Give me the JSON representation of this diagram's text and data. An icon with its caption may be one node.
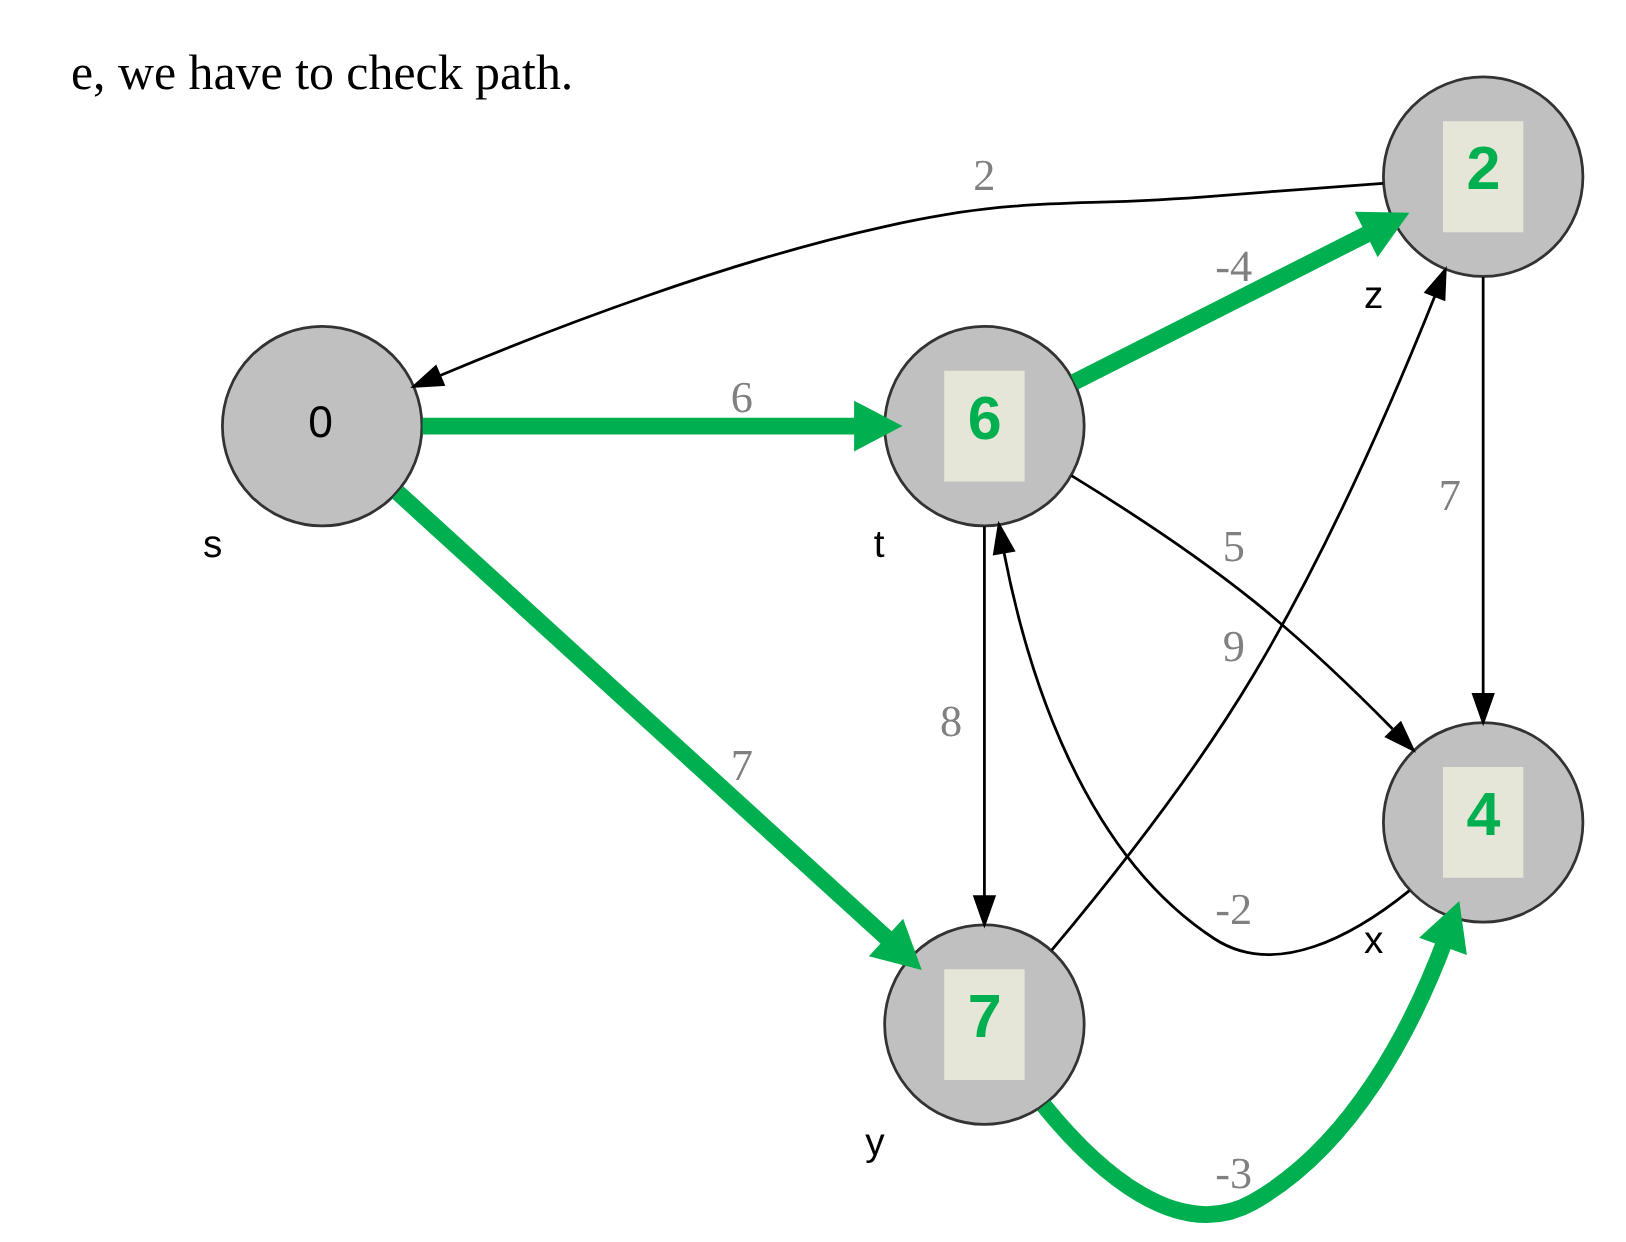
{
  "diagram": {
    "nodes": [
      {
        "text": [
          "0"
        ],
        "beside": [
          "s"
        ]
      },
      {
        "text": [
          "6"
        ],
        "beside": [
          "t"
        ]
      },
      {
        "text": [
          "4"
        ],
        "beside": [
          "x"
        ]
      },
      {
        "text": [
          "7"
        ],
        "beside": [
          "y"
        ]
      },
      {
        "text": [
          "2"
        ],
        "beside": [
          "z"
        ]
      }
    ],
    "edges": [
      {
        "from": 0,
        "to": 1,
        "arrow": "to",
        "label": "6",
        "style": "thick",
        "color": "#00b050"
      },
      {
        "from": 0,
        "to": 3,
        "arrow": "to",
        "label": "7",
        "style": "thick",
        "color": "#00b050"
      },
      {
        "from": 1,
        "to": 2,
        "arrow": "to",
        "label": "5"
      },
      {
        "from": 2,
        "to": 1,
        "arrow": "to",
        "label": "-2"
      },
      {
        "from": 1,
        "to": 3,
        "arrow": "to",
        "label": "8"
      },
      {
        "from": 1,
        "to": 4,
        "arrow": "to",
        "label": "-4",
        "style": "thick",
        "color": "#00b050"
      },
      {
        "from": 3,
        "to": 2,
        "arrow": "to",
        "label": "-3",
        "style": "thick",
        "color": "#00b050"
      },
      {
        "from": 3,
        "to": 4,
        "arrow": "to",
        "label": "9"
      },
      {
        "from": 4,
        "to": 0,
        "arrow": "to",
        "label": "2"
      },
      {
        "from": 4,
        "to": 2,
        "arrow": "to",
        "label": "7"
      }
    ],
    "labels": [
      "e, we have to check path."
    ]
  }
}
